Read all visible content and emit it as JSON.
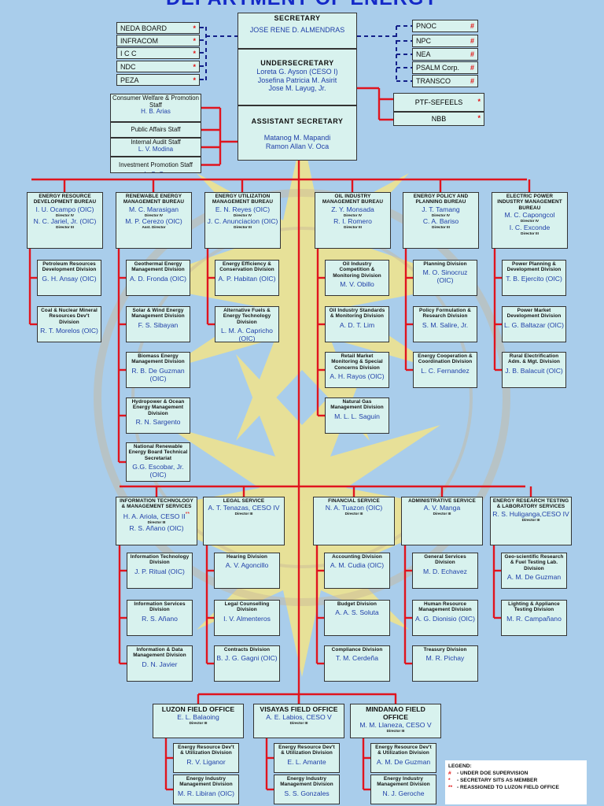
{
  "title": "DEPARTMENT OF ENERGY",
  "left_agencies": [
    {
      "label": "NEDA BOARD",
      "mark": "*"
    },
    {
      "label": "INFRACOM",
      "mark": "*"
    },
    {
      "label": "I C C",
      "mark": "*"
    },
    {
      "label": "NDC",
      "mark": "*"
    },
    {
      "label": "PEZA",
      "mark": "*"
    }
  ],
  "right_agencies": [
    {
      "label": "PNOC",
      "mark": "#"
    },
    {
      "label": "NPC",
      "mark": "#"
    },
    {
      "label": "NEA",
      "mark": "#"
    },
    {
      "label": "PSALM Corp.",
      "mark": "#"
    },
    {
      "label": "TRANSCO",
      "mark": "#"
    }
  ],
  "ptf": [
    {
      "label": "PTF-SEFEELS",
      "mark": "*"
    },
    {
      "label": "NBB",
      "mark": "*"
    }
  ],
  "secretary": {
    "title": "SECRETARY",
    "name": "JOSE RENE D. ALMENDRAS"
  },
  "undersecretary": {
    "title": "UNDERSECRETARY",
    "names": [
      "Loreta G. Ayson (CESO I)",
      "Josefina Patricia M. Asirit",
      "Jose M. Layug, Jr."
    ]
  },
  "assistant_secretary": {
    "title": "ASSISTANT SECRETARY",
    "names": [
      "Matanog M. Mapandi",
      "Ramon Allan V. Oca"
    ]
  },
  "staff": [
    {
      "label": "Consumer Welfare & Promotion Staff",
      "name": "H. B. Arias"
    },
    {
      "label": "Public Affairs Staff",
      "name": ""
    },
    {
      "label": "Internal Audit Staff",
      "name": "L. V. Modina"
    },
    {
      "label": "Investment Promotion Staff",
      "name": "L. S. Go"
    }
  ],
  "bureaus": [
    {
      "title": "ENERGY RESOURCE DEVELOPMENT BUREAU",
      "lines": [
        {
          "n": "I. U. Ocampo (OIC)",
          "d": "Director IV"
        },
        {
          "n": "N. C. Jariel, Jr. (OIC)",
          "d": "Director III"
        }
      ],
      "divisions": [
        {
          "t": "Petroleum Resources Development Division",
          "n": "G. H. Ansay (OIC)"
        },
        {
          "t": "Coal & Nuclear Mineral Resources Dev't Division",
          "n": "R. T. Morelos (OIC)"
        }
      ]
    },
    {
      "title": "RENEWABLE ENERGY MANAGEMENT BUREAU",
      "lines": [
        {
          "n": "M. C. Marasigan",
          "d": "Director IV"
        },
        {
          "n": "M. P. Cerezo (OIC)",
          "d": "Asst. Director"
        }
      ],
      "divisions": [
        {
          "t": "Geothermal Energy Management Division",
          "n": "A. D. Fronda (OIC)"
        },
        {
          "t": "Solar & Wind Energy Management Division",
          "n": "F. S. Sibayan"
        },
        {
          "t": "Biomass Energy Management Division",
          "n": "R. B. De Guzman (OIC)"
        },
        {
          "t": "Hydropower & Ocean Energy Management Division",
          "n": "R. N. Sargento"
        },
        {
          "t": "National Renewable Energy Board Technical Secretariat",
          "n": "G.G. Escobar, Jr. (OIC)"
        }
      ]
    },
    {
      "title": "ENERGY UTILIZATION MANAGEMENT BUREAU",
      "lines": [
        {
          "n": "E. N. Reyes (OIC)",
          "d": "Director IV"
        },
        {
          "n": "J. C. Anunciacion (OIC)",
          "d": "Director III"
        }
      ],
      "divisions": [
        {
          "t": "Energy Efficiency & Conservation Division",
          "n": "A. P. Habitan (OIC)"
        },
        {
          "t": "Alternative Fuels & Energy Technology Division",
          "n": "L. M. A. Capricho (OIC)"
        }
      ]
    },
    {
      "title": "OIL INDUSTRY MANAGEMENT BUREAU",
      "lines": [
        {
          "n": "Z. Y. Monsada",
          "d": "Director IV"
        },
        {
          "n": "R. I. Romero",
          "d": "Director III"
        }
      ],
      "divisions": [
        {
          "t": "Oil Industry Competition & Monitoring Division",
          "n": "M. V. Obillo"
        },
        {
          "t": "Oil Industry Standards & Monitoring Division",
          "n": "A. D. T. Lim"
        },
        {
          "t": "Retail Market Monitoring & Special Concerns Division",
          "n": "A. H. Rayos (OIC)"
        },
        {
          "t": "Natural Gas Management Division",
          "n": "M. L. L. Saguin"
        }
      ]
    },
    {
      "title": "ENERGY POLICY AND PLANNING BUREAU",
      "lines": [
        {
          "n": "J. T. Tamang",
          "d": "Director IV"
        },
        {
          "n": "C. A. Bariso",
          "d": "Director III"
        }
      ],
      "divisions": [
        {
          "t": "Planning Division",
          "n": "M. O. Sinocruz (OIC)"
        },
        {
          "t": "Policy Formulation & Research Division",
          "n": "S. M. Salire, Jr."
        },
        {
          "t": "Energy Cooperation & Coordination Division",
          "n": "L. C. Fernandez"
        }
      ]
    },
    {
      "title": "ELECTRIC POWER INDUSTRY MANAGEMENT BUREAU",
      "lines": [
        {
          "n": "M. C. Capongcol",
          "d": "Director IV"
        },
        {
          "n": "I. C. Exconde",
          "d": "Director III"
        }
      ],
      "divisions": [
        {
          "t": "Power Planning & Development Division",
          "n": "T. B. Ejercito (OIC)"
        },
        {
          "t": "Power Market Development Division",
          "n": "L. G. Baltazar (OIC)"
        },
        {
          "t": "Rural Electrification Adm. & Mgt. Division",
          "n": "J. B. Balacuit (OIC)"
        }
      ]
    }
  ],
  "services": [
    {
      "title": "INFORMATION TECHNOLOGY & MANAGEMENT SERVICES",
      "lines": [
        {
          "n": "H. A. Ariola, CESO II",
          "mark": "**",
          "d": "Director III"
        },
        {
          "n": "R. S. Añano (OIC)",
          "d": ""
        }
      ],
      "divisions": [
        {
          "t": "Information Technology Division",
          "n": "J. P. Ritual (OIC)"
        },
        {
          "t": "Information Services Division",
          "n": "R. S. Añano"
        },
        {
          "t": "Information & Data Management Division",
          "n": "D. N. Javier"
        }
      ]
    },
    {
      "title": "LEGAL SERVICE",
      "lines": [
        {
          "n": "A. T. Tenazas, CESO IV",
          "d": "Director III"
        }
      ],
      "divisions": [
        {
          "t": "Hearing Division",
          "n": "A. V. Agoncillo"
        },
        {
          "t": "Legal Counselling Division",
          "n": "I. V. Almenteros"
        },
        {
          "t": "Contracts Division",
          "n": "B. J. G. Gagni (OIC)"
        }
      ]
    },
    {
      "title": "FINANCIAL SERVICE",
      "lines": [
        {
          "n": "N. A. Tuazon (OIC)",
          "d": "Director III"
        }
      ],
      "divisions": [
        {
          "t": "Accounting Division",
          "n": "A. M. Cudia (OIC)"
        },
        {
          "t": "Budget Division",
          "n": "A. A. S. Soluta"
        },
        {
          "t": "Compliance Division",
          "n": "T. M. Cerdeña"
        }
      ]
    },
    {
      "title": "ADMINISTRATIVE SERVICE",
      "lines": [
        {
          "n": "A. V. Manga",
          "d": "Director III"
        }
      ],
      "divisions": [
        {
          "t": "General Services Division",
          "n": "M. D. Echavez"
        },
        {
          "t": "Human Resource Management Division",
          "n": "A. G. Dionisio (OIC)"
        },
        {
          "t": "Treasury Division",
          "n": "M. R. Pichay"
        }
      ]
    },
    {
      "title": "ENERGY RESEARCH TESTING & LABORATORY SERVICES",
      "lines": [
        {
          "n": "R. S. Huliganga,CESO IV",
          "d": "Director III"
        }
      ],
      "divisions": [
        {
          "t": "Geo-scientific Research & Fuel Testing Lab. Division",
          "n": "A. M. De Guzman"
        },
        {
          "t": "Lighting & Appliance Testing Division",
          "n": "M. R. Campañano"
        }
      ]
    }
  ],
  "field_offices": [
    {
      "title": "LUZON FIELD OFFICE",
      "lines": [
        {
          "n": "E. L. Balaoing",
          "d": "Director III"
        }
      ],
      "divisions": [
        {
          "t": "Energy Resource Dev't & Utilization Division",
          "n": "R. V. Liganor"
        },
        {
          "t": "Energy Industry Management Division",
          "n": "M. R. Libiran (OIC)"
        }
      ]
    },
    {
      "title": "VISAYAS FIELD OFFICE",
      "lines": [
        {
          "n": "A. E. Labios, CESO V",
          "d": "Director III"
        }
      ],
      "divisions": [
        {
          "t": "Energy Resource Dev't & Utilization Division",
          "n": "E. L. Amante"
        },
        {
          "t": "Energy Industry Management Division",
          "n": "S. S. Gonzales"
        }
      ]
    },
    {
      "title": "MINDANAO FIELD OFFICE",
      "lines": [
        {
          "n": "M. M. Llaneza, CESO V",
          "d": "Director III"
        }
      ],
      "divisions": [
        {
          "t": "Energy Resource Dev't & Utilization Division",
          "n": "A. M. De Guzman"
        },
        {
          "t": "Energy Industry Management Division",
          "n": "N. J. Geroche"
        }
      ]
    }
  ],
  "legend": {
    "title": "LEGEND:",
    "items": [
      {
        "k": "#",
        "v": "- UNDER DOE SUPERVISION"
      },
      {
        "k": "*",
        "v": "- SECRETARY SITS AS MEMBER"
      },
      {
        "k": "**",
        "v": "- REASSIGNED TO LUZON FIELD OFFICE"
      }
    ]
  },
  "colors": {
    "background": "#a9cdeb",
    "box": "#d8f2ee",
    "line": "#e0141e",
    "dash": "#13208a",
    "name": "#1f3fa8",
    "title_text": "#1429c8",
    "seal": "#f2e48a"
  }
}
